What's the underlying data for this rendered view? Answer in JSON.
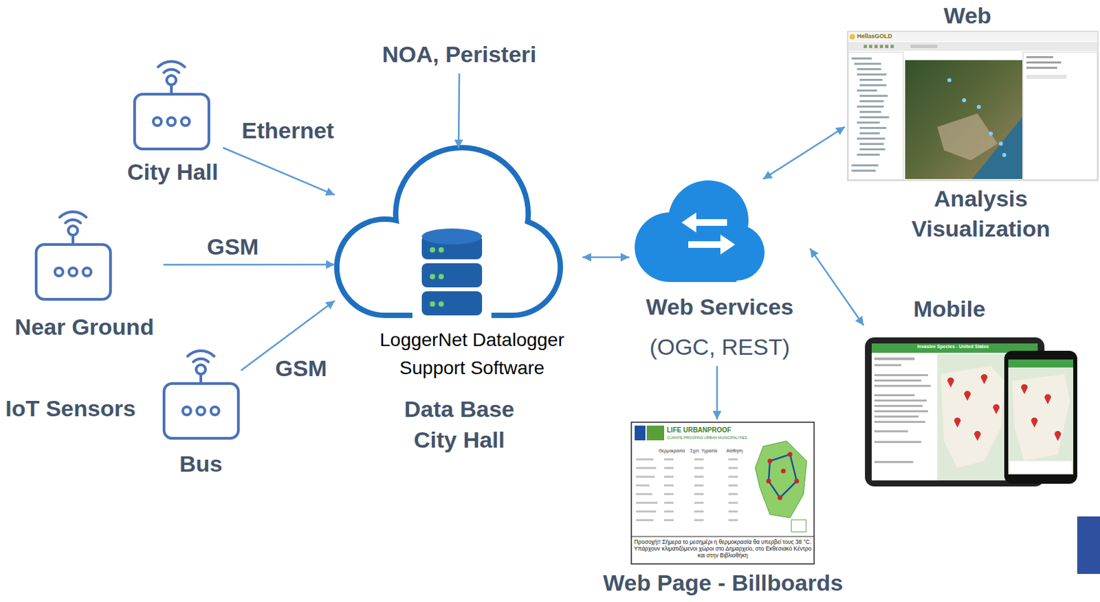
{
  "diagram": {
    "nodes": [
      {
        "text": [
          "City Hall"
        ]
      },
      {
        "text": [
          "Near Ground"
        ]
      },
      {
        "text": [
          "IoT Sensors",
          "Bus"
        ]
      },
      {
        "text": [
          "NOA, Peristeri"
        ]
      },
      {
        "text": [
          "LoggerNet Datalogger Support Software",
          "Data Base City Hall"
        ]
      },
      {
        "text": [
          "Web Services",
          "(OGC, REST)"
        ]
      },
      {
        "text": [
          "Web",
          "Analysis Visualization"
        ]
      },
      {
        "text": [
          "Mobile"
        ]
      },
      {
        "text": [
          "Web Page - Billboards"
        ]
      }
    ],
    "edges": [
      {
        "from": 0,
        "to": 4,
        "label": "Ethernet",
        "arrow": "to"
      },
      {
        "from": 1,
        "to": 4,
        "label": "GSM",
        "arrow": "to"
      },
      {
        "from": 2,
        "to": 4,
        "label": "GSM",
        "arrow": "to"
      },
      {
        "from": 3,
        "to": 4,
        "arrow": "to"
      },
      {
        "from": 4,
        "to": 5,
        "arrow": "both"
      },
      {
        "from": 5,
        "to": 6,
        "arrow": "both"
      },
      {
        "from": 5,
        "to": 7,
        "arrow": "both"
      },
      {
        "from": 5,
        "to": 8,
        "arrow": "to"
      }
    ],
    "labels": [
      "HellasGOLD",
      "Invasive Species - United States",
      "LIFE URBANPROOF",
      "CLIMATE PROOFING URBAN MUNICIPALITIES",
      "Θερμοκρασία",
      "Σχετ. Υγρασία",
      "Αίσθηση",
      "Προσοχή!! Σήμερα το μεσημέρι η θερμοκρασία θα υπερβεί τους 38 °C. Υπάρχουν κλιματιζόμενοι χώροι στο Δημαρχείο, στο Εκθεσιακό Κέντρο και στην Βιβλιοθήκη"
    ]
  }
}
